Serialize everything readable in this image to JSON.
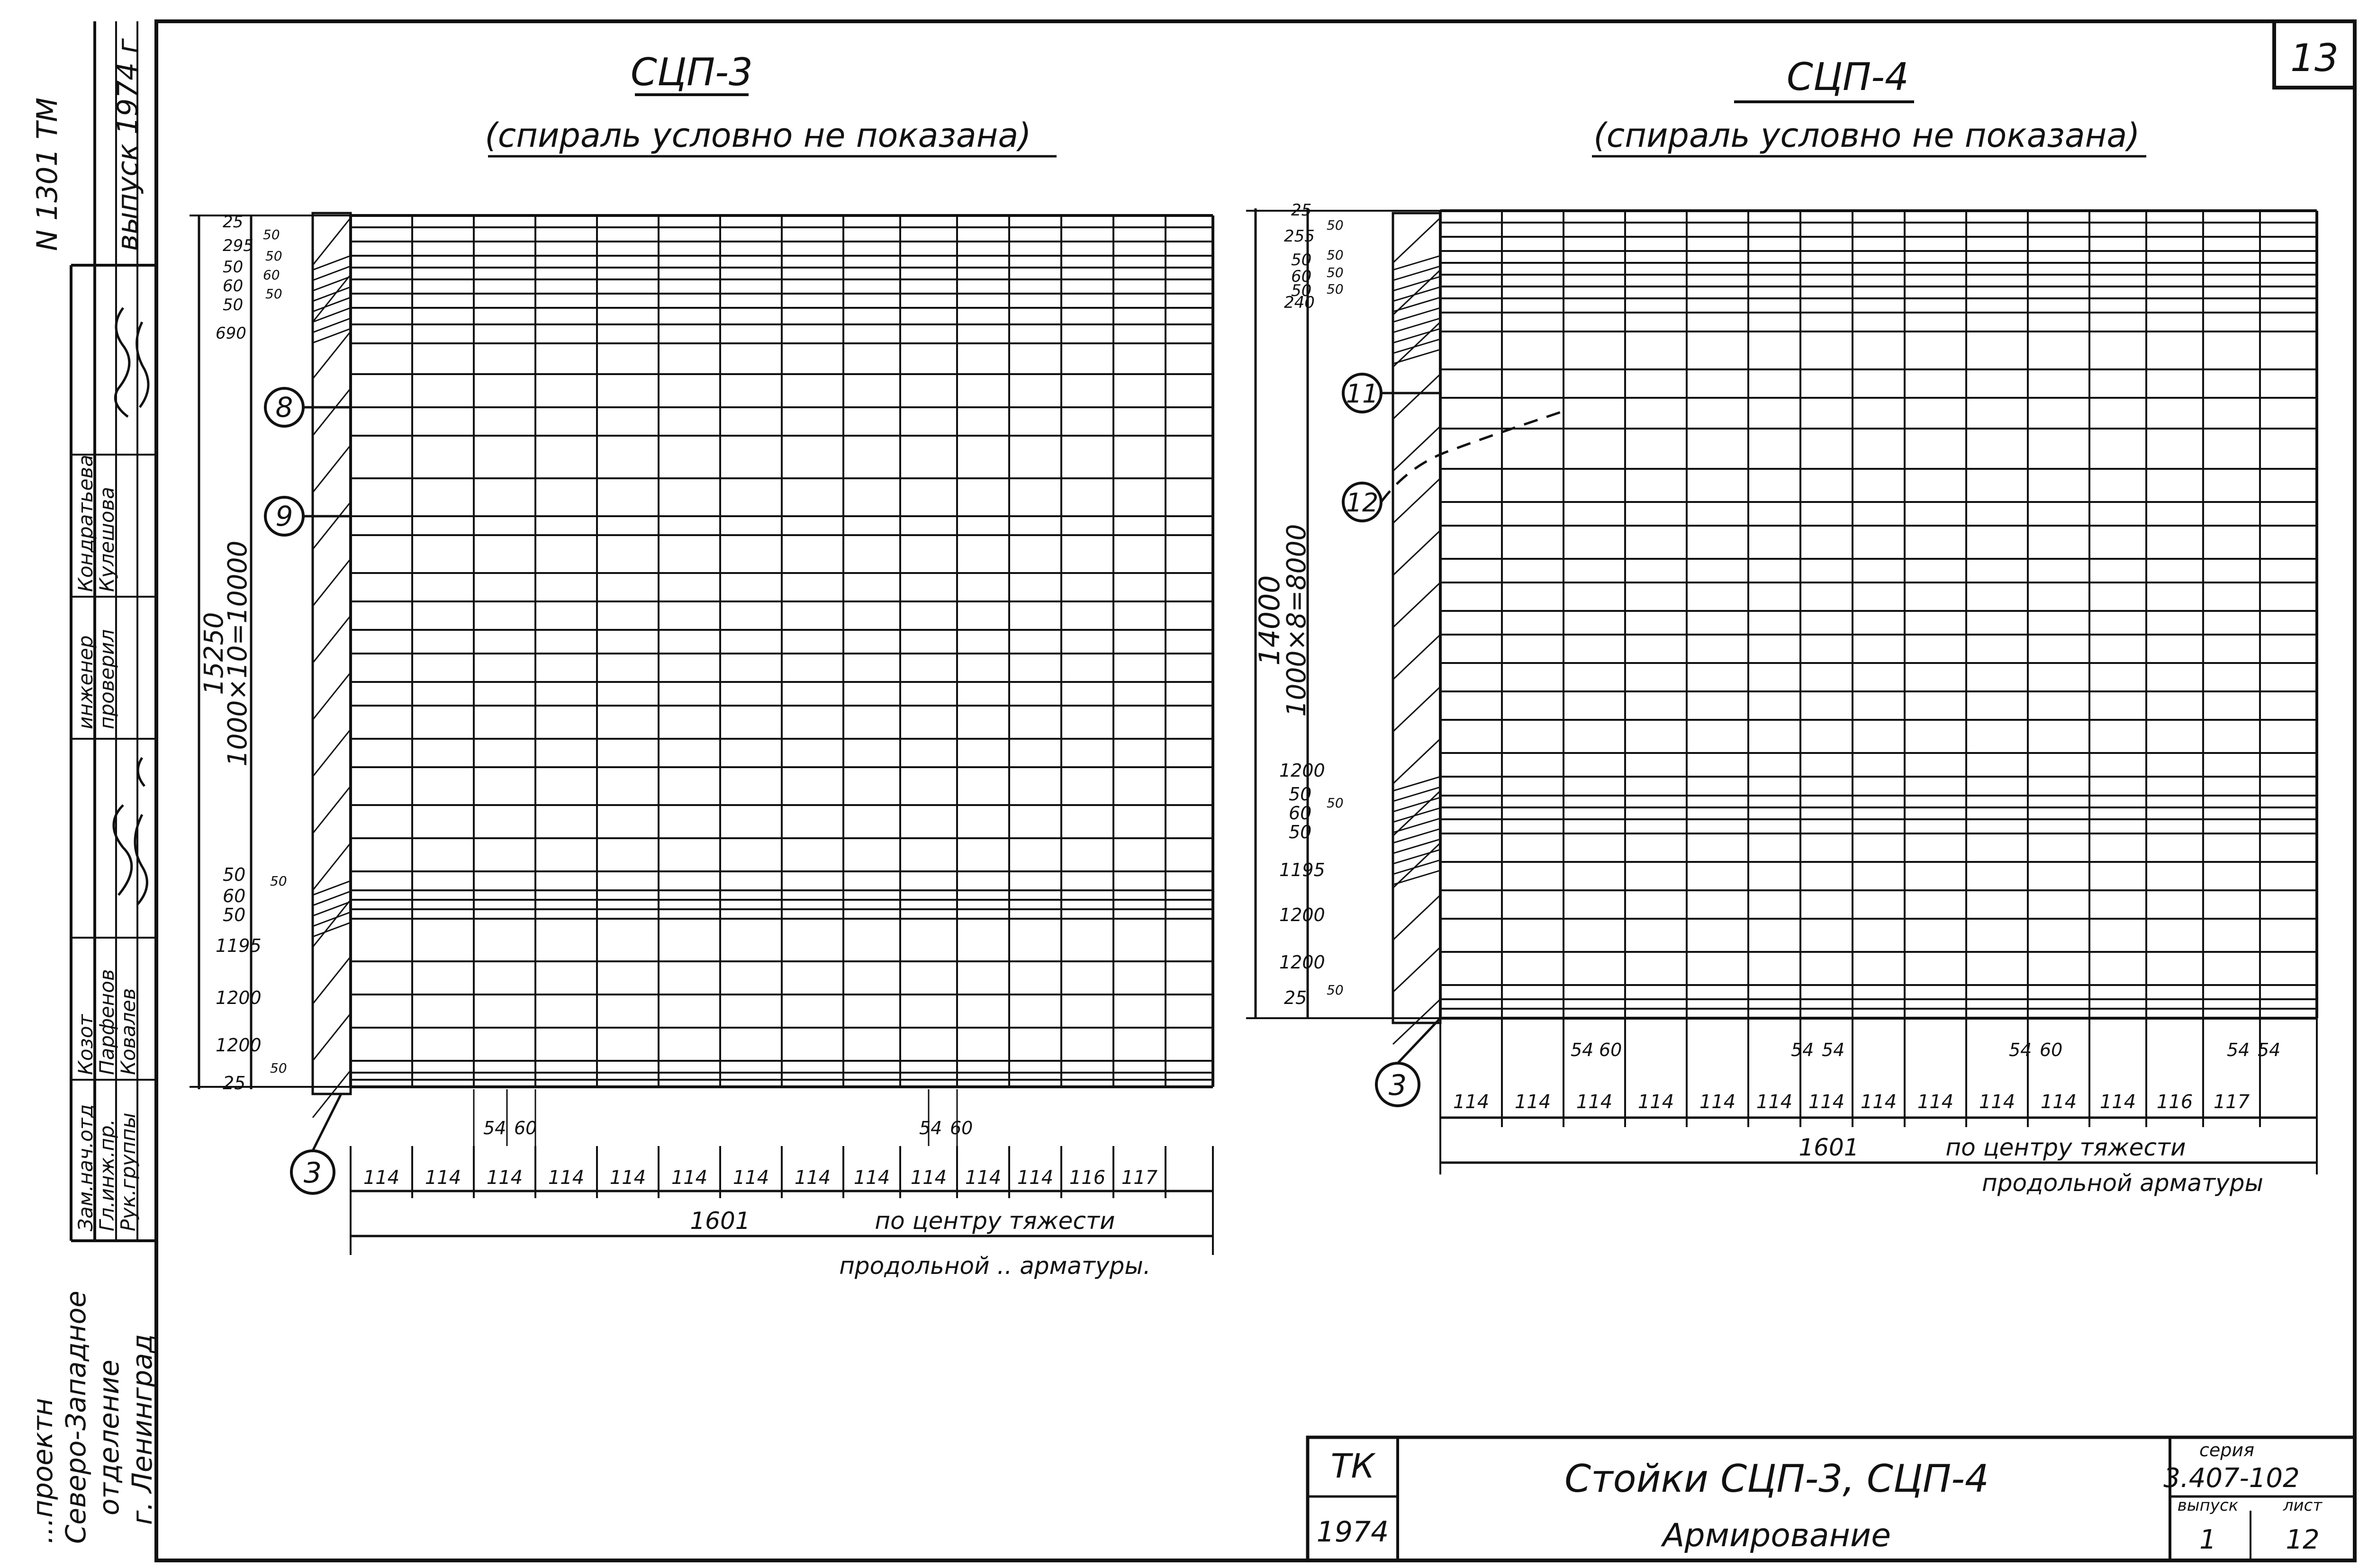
{
  "sheet_number": "13",
  "side_stamp": {
    "archive_no": "N 1301 ТМ",
    "issue_year": "выпуск 1974 г",
    "org_line0": "...проектн",
    "org_line1": "Северо-Западное",
    "org_line2": "отделение",
    "org_line3": "г. Ленинград"
  },
  "signatures": [
    {
      "role": "Рук.группы",
      "name": "Ковалев"
    },
    {
      "role": "Гл.инж.пр.",
      "name": "Парфенов"
    },
    {
      "role": "Зам.нач.отд",
      "name": "Козот"
    },
    {
      "role": "проверил",
      "name": "Кулешова"
    },
    {
      "role": "инженер",
      "name": "Кондратьева"
    }
  ],
  "left_drawing": {
    "title": "СЦП-3",
    "subtitle": "(спираль условно не показана)",
    "total_height": "15250",
    "spacing_label": "1000×10=10000",
    "top_dims": [
      "25",
      "295",
      "50",
      "60",
      "50",
      "690"
    ],
    "bottom_dims": [
      "50",
      "60",
      "50",
      "1195",
      "1200",
      "1200",
      "25"
    ],
    "small_dims": [
      "50",
      "50",
      "60",
      "50",
      "50",
      "50"
    ],
    "marks": [
      "8",
      "9",
      "3"
    ],
    "detail_dims_a": [
      "54",
      "60"
    ],
    "detail_dims_b": [
      "54",
      "60"
    ],
    "bay_widths": [
      "114",
      "114",
      "114",
      "114",
      "114",
      "114",
      "114",
      "114",
      "114",
      "114",
      "114",
      "114",
      "116",
      "117"
    ],
    "total_width": "1601",
    "note_line1": "по центру тяжести",
    "note_line2": "продольной .. арматуры."
  },
  "right_drawing": {
    "title": "СЦП-4",
    "subtitle": "(спираль условно не показана)",
    "total_height": "14000",
    "spacing_label": "1000×8=8000",
    "top_dims": [
      "25",
      "255",
      "50",
      "60",
      "50",
      "240"
    ],
    "bottom_dims": [
      "1200",
      "50",
      "60",
      "50",
      "1195",
      "1200",
      "1200",
      "25"
    ],
    "small_dims": [
      "50",
      "50",
      "50",
      "50",
      "50",
      "50"
    ],
    "marks": [
      "11",
      "12",
      "3"
    ],
    "detail_dims_a": [
      "54",
      "60"
    ],
    "detail_dims_b": [
      "54",
      "54"
    ],
    "detail_dims_c": [
      "54",
      "60"
    ],
    "detail_dims_d": [
      "54",
      "54"
    ],
    "bay_widths": [
      "114",
      "114",
      "114",
      "114",
      "114",
      "114",
      "114",
      "114",
      "114",
      "114",
      "114",
      "114",
      "116",
      "117"
    ],
    "total_width": "1601",
    "note_line1": "по центру тяжести",
    "note_line2": "продольной арматуры"
  },
  "title_block": {
    "code": "ТК",
    "year": "1974",
    "title": "Стойки СЦП-3, СЦП-4",
    "subtitle": "Армирование",
    "series_label": "серия",
    "series_value": "3.407-102",
    "issue_label": "выпуск",
    "sheet_label": "лист",
    "issue_value": "1",
    "sheet_value": "12"
  }
}
